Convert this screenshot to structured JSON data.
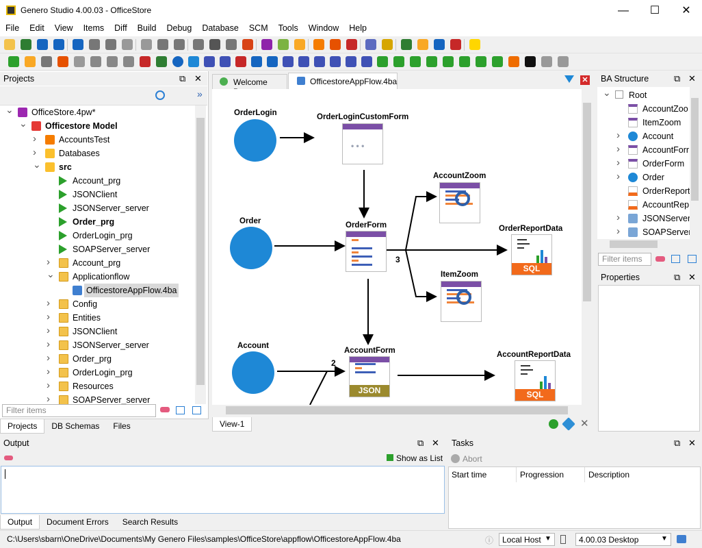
{
  "window": {
    "title": "Genero Studio 4.00.03 - OfficeStore",
    "min": "—",
    "max": "☐",
    "close": "✕"
  },
  "menu": [
    "File",
    "Edit",
    "View",
    "Items",
    "Diff",
    "Build",
    "Debug",
    "Database",
    "SCM",
    "Tools",
    "Window",
    "Help"
  ],
  "projects": {
    "title": "Projects",
    "tree": [
      {
        "label": "OfficeStore.4pw*",
        "level": 0,
        "open": true,
        "bold": false,
        "icon": "project-icon"
      },
      {
        "label": "Officestore Model",
        "level": 1,
        "open": true,
        "bold": true,
        "icon": "model-icon"
      },
      {
        "label": "AccountsTest",
        "level": 2,
        "open": false,
        "icon": "test-icon"
      },
      {
        "label": "Databases",
        "level": 2,
        "open": false,
        "icon": "db-icon"
      },
      {
        "label": "src",
        "level": 2,
        "open": true,
        "bold": true,
        "icon": "src-icon"
      },
      {
        "label": "Account_prg",
        "level": 3,
        "icon": "program-icon"
      },
      {
        "label": "JSONClient",
        "level": 3,
        "icon": "program-icon"
      },
      {
        "label": "JSONServer_server",
        "level": 3,
        "icon": "program-icon"
      },
      {
        "label": "Order_prg",
        "level": 3,
        "bold": true,
        "icon": "program-icon"
      },
      {
        "label": "OrderLogin_prg",
        "level": 3,
        "icon": "program-icon"
      },
      {
        "label": "SOAPServer_server",
        "level": 3,
        "icon": "program-icon"
      },
      {
        "label": "Account_prg",
        "level": 3,
        "open": false,
        "icon": "folder-icon"
      },
      {
        "label": "Applicationflow",
        "level": 3,
        "open": true,
        "icon": "folder-icon"
      },
      {
        "label": "OfficestoreAppFlow.4ba",
        "level": 4,
        "selected": true,
        "icon": "appflow-file-icon"
      },
      {
        "label": "Config",
        "level": 3,
        "open": false,
        "icon": "folder-icon"
      },
      {
        "label": "Entities",
        "level": 3,
        "open": false,
        "icon": "folder-icon"
      },
      {
        "label": "JSONClient",
        "level": 3,
        "open": false,
        "icon": "folder-icon"
      },
      {
        "label": "JSONServer_server",
        "level": 3,
        "open": false,
        "icon": "folder-icon"
      },
      {
        "label": "Order_prg",
        "level": 3,
        "open": false,
        "icon": "folder-icon"
      },
      {
        "label": "OrderLogin_prg",
        "level": 3,
        "open": false,
        "icon": "folder-icon"
      },
      {
        "label": "Resources",
        "level": 3,
        "open": false,
        "icon": "folder-icon"
      },
      {
        "label": "SOAPServer_server",
        "level": 3,
        "open": false,
        "icon": "folder-icon"
      }
    ],
    "filter_placeholder": "Filter items",
    "tabs": [
      "Projects",
      "DB Schemas",
      "Files"
    ]
  },
  "editor": {
    "tabs": [
      "Welcome Page",
      "OfficestoreAppFlow.4ba"
    ],
    "view_tab": "View-1",
    "nodes": {
      "orderlogin": "OrderLogin",
      "orderlogincustomform": "OrderLoginCustomForm",
      "order": "Order",
      "orderform": "OrderForm",
      "accountzoom": "AccountZoom",
      "itemzoom": "ItemZoom",
      "orderreportdata": "OrderReportData",
      "account": "Account",
      "accountform": "AccountForm",
      "accountreportdata": "AccountReportData"
    },
    "labels": {
      "three": "3",
      "two": "2",
      "json": "JSON",
      "sql": "SQL",
      "dots": "• • •"
    }
  },
  "ba_structure": {
    "title": "BA Structure",
    "root": "Root",
    "items": [
      {
        "label": "AccountZoo",
        "icon": "zoom-form-icon"
      },
      {
        "label": "ItemZoom",
        "icon": "zoom-form-icon"
      },
      {
        "label": "Account",
        "icon": "circle-icon",
        "exp": true
      },
      {
        "label": "AccountForr",
        "icon": "form-icon",
        "exp": true
      },
      {
        "label": "OrderForm",
        "icon": "form-icon",
        "exp": true
      },
      {
        "label": "Order",
        "icon": "circle-icon",
        "exp": true
      },
      {
        "label": "OrderReport",
        "icon": "sql-icon"
      },
      {
        "label": "AccountRep",
        "icon": "sql-icon"
      },
      {
        "label": "JSONServer",
        "icon": "soap-icon",
        "exp": true
      },
      {
        "label": "SOAPServer",
        "icon": "soap-icon",
        "exp": true
      }
    ],
    "filter_placeholder": "Filter items"
  },
  "properties": {
    "title": "Properties"
  },
  "output": {
    "title": "Output",
    "show_as_list": "Show as List",
    "tabs": [
      "Output",
      "Document Errors",
      "Search Results"
    ]
  },
  "tasks": {
    "title": "Tasks",
    "abort": "Abort",
    "columns": [
      "Start time",
      "Progression",
      "Description"
    ]
  },
  "status": {
    "path": "C:\\Users\\sbarn\\OneDrive\\Documents\\My Genero Files\\samples\\OfficeStore\\appflow\\OfficestoreAppFlow.4ba",
    "host": "Local Host",
    "version": "4.00.03 Desktop"
  },
  "colors": {
    "circle": "#1e88d6",
    "form_header": "#7b4fa6",
    "sql": "#f26a1b",
    "json": "#9b8a2e"
  }
}
